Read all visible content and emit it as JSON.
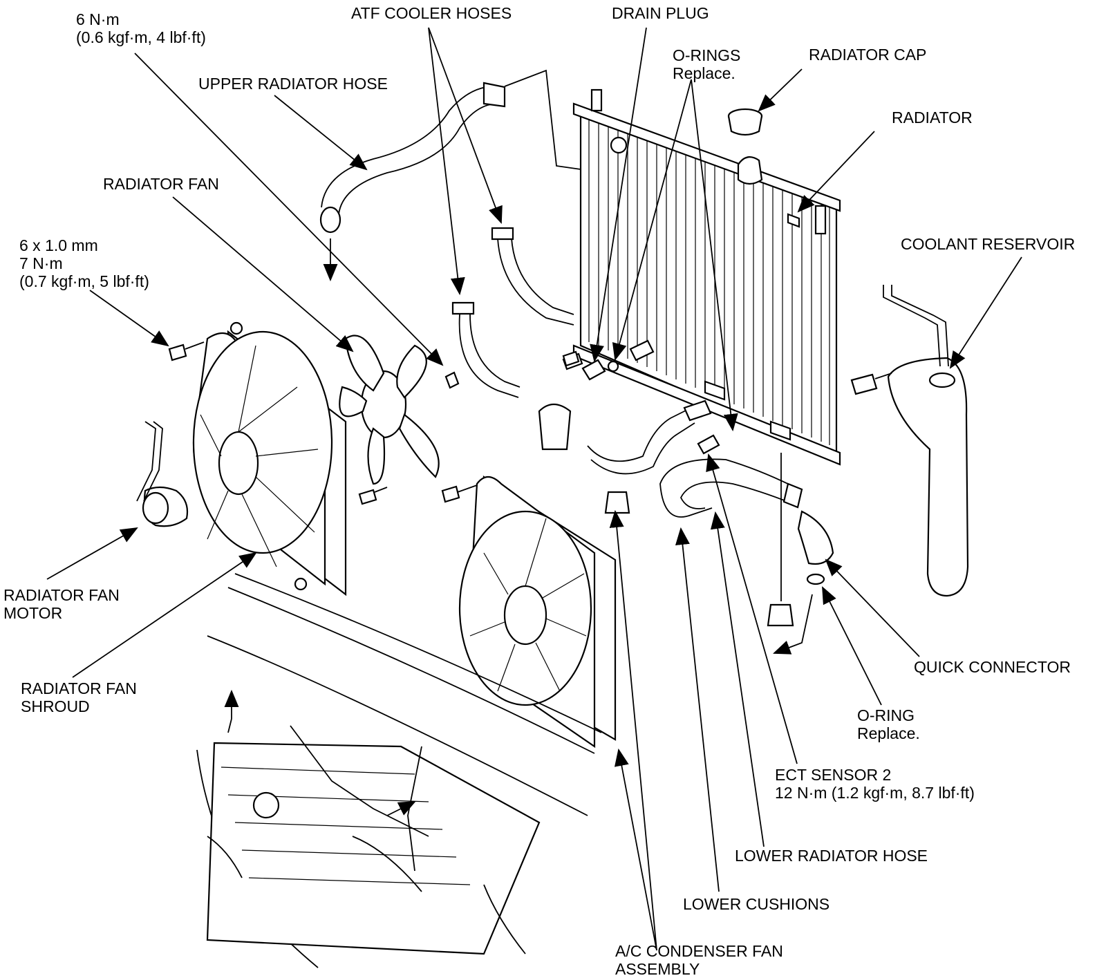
{
  "labels": {
    "torque_top": [
      "6 N·m",
      "(0.6 kgf·m, 4 lbf·ft)"
    ],
    "atf_cooler_hoses": "ATF COOLER HOSES",
    "drain_plug": "DRAIN PLUG",
    "o_rings": [
      "O-RINGS",
      "Replace."
    ],
    "radiator_cap": "RADIATOR CAP",
    "upper_radiator_hose": "UPPER RADIATOR HOSE",
    "radiator": "RADIATOR",
    "radiator_fan": "RADIATOR FAN",
    "bolt_spec": [
      "6 x 1.0 mm",
      "7 N·m",
      "(0.7 kgf·m, 5 lbf·ft)"
    ],
    "coolant_reservoir": "COOLANT RESERVOIR",
    "radiator_fan_motor": [
      "RADIATOR FAN",
      "MOTOR"
    ],
    "radiator_fan_shroud": [
      "RADIATOR FAN",
      "SHROUD"
    ],
    "quick_connector": "QUICK CONNECTOR",
    "o_ring": [
      "O-RING",
      "Replace."
    ],
    "ect_sensor": [
      "ECT SENSOR 2",
      "12 N·m (1.2 kgf·m, 8.7 lbf·ft)"
    ],
    "lower_radiator_hose": "LOWER RADIATOR HOSE",
    "lower_cushions": "LOWER CUSHIONS",
    "ac_condenser_fan": [
      "A/C CONDENSER FAN",
      "ASSEMBLY"
    ]
  }
}
